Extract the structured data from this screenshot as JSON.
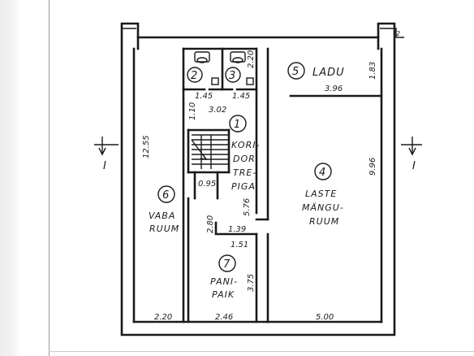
{
  "rooms": [
    {
      "number": "1",
      "name_lines": [
        "KORI-",
        "DOR",
        "TRE-",
        "PIGA"
      ]
    },
    {
      "number": "2"
    },
    {
      "number": "3"
    },
    {
      "number": "4",
      "name_lines": [
        "LASTE",
        "MÄNGU-",
        "RUUM"
      ]
    },
    {
      "number": "5",
      "name_lines": [
        "LADU"
      ]
    },
    {
      "number": "6",
      "name_lines": [
        "VABA",
        "RUUM"
      ]
    },
    {
      "number": "7",
      "name_lines": [
        "PANI-",
        "PAIK"
      ]
    }
  ],
  "dimensions": {
    "total_height": "12.55",
    "vaba_width": "2.20",
    "pani_width": "2.46",
    "laste_width": "5.00",
    "laste_height": "9.96",
    "ladu_width": "3.96",
    "ladu_height": "1.83",
    "wc2_width": "1.45",
    "wc3_width": "1.45",
    "wc_height": "2.20",
    "wc_block_width": "3.02",
    "wc_door_offset": "1.10",
    "corridor_length": "5.76",
    "stair_width": "0.95",
    "pani_top_width": "1.39",
    "pani_left_height": "2.80",
    "pani_inner_width": "1.51",
    "pani_height": "3.75"
  },
  "section_marks": {
    "left": "I",
    "right": "I"
  }
}
